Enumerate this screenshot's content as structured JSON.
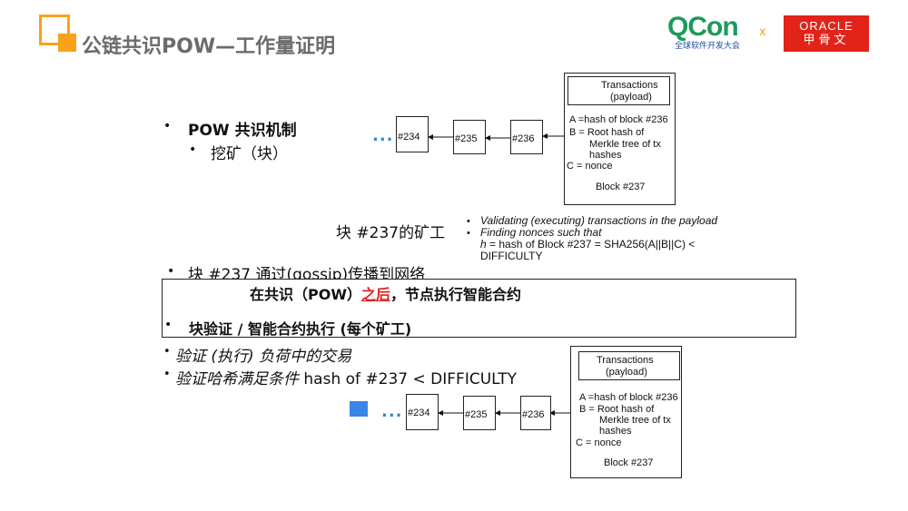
{
  "header": {
    "title": "公链共识POW—工作量证明",
    "qcon_logo": "QCon",
    "qcon_sub": "全球软件开发大会",
    "x_mark": "x",
    "oracle_logo": "ORACLE",
    "oracle_cn": "甲骨文"
  },
  "top": {
    "bullet1": "POW 共识机制",
    "bullet2": "挖矿（块）",
    "ellipsis": "...",
    "blocks": [
      "#234",
      "#235",
      "#236"
    ],
    "tx_title_1": "Transactions",
    "tx_title_2": "(payload)",
    "a_line": "A =hash of block #236",
    "b_line1": "B = Root hash of",
    "b_line2": "Merkle tree of tx",
    "b_line3": "hashes",
    "c_line": "C = nonce",
    "block_name": "Block #237",
    "miner_label": "块 #237的矿工",
    "miner_item1": "Validating (executing) transactions in the payload",
    "miner_item2": "Finding nonces such that",
    "formula_h": "h",
    "formula_rest": " = hash of Block #237 = SHA256(A||B||C) <",
    "formula_line2": "DIFFICULTY"
  },
  "middle": {
    "gossip_bullet": "块 #237 通过(gossip)传播到网络",
    "consensus_pre": "在共识（POW）",
    "consensus_red": "之后",
    "consensus_post": "，节点执行智能合约",
    "verify_bullet": "块验证 / 智能合约执行 (每个矿工)"
  },
  "bottom": {
    "item1": "验证 (执行) 负荷中的交易",
    "item2_italic": "验证哈希满足条件 ",
    "item2_rest": "hash of #237 < DIFFICULTY",
    "ellipsis": "...",
    "blocks": [
      "#234",
      "#235",
      "#236"
    ],
    "tx_title_1": "Transactions",
    "tx_title_2": "(payload)",
    "a_line": "A =hash of block #236",
    "b_line1": "B = Root hash of",
    "b_line2": "Merkle tree of tx",
    "b_line3": "hashes",
    "c_line": "C = nonce",
    "block_name": "Block #237"
  },
  "colors": {
    "accent_orange": "#f7a21b",
    "title_gray": "#6b6b6b",
    "qcon_green": "#1c9a5c",
    "qcon_blue": "#1f4ea0",
    "oracle_red": "#e2231a",
    "emphasis_red": "#e02020",
    "marker_blue": "#3a86e8"
  }
}
